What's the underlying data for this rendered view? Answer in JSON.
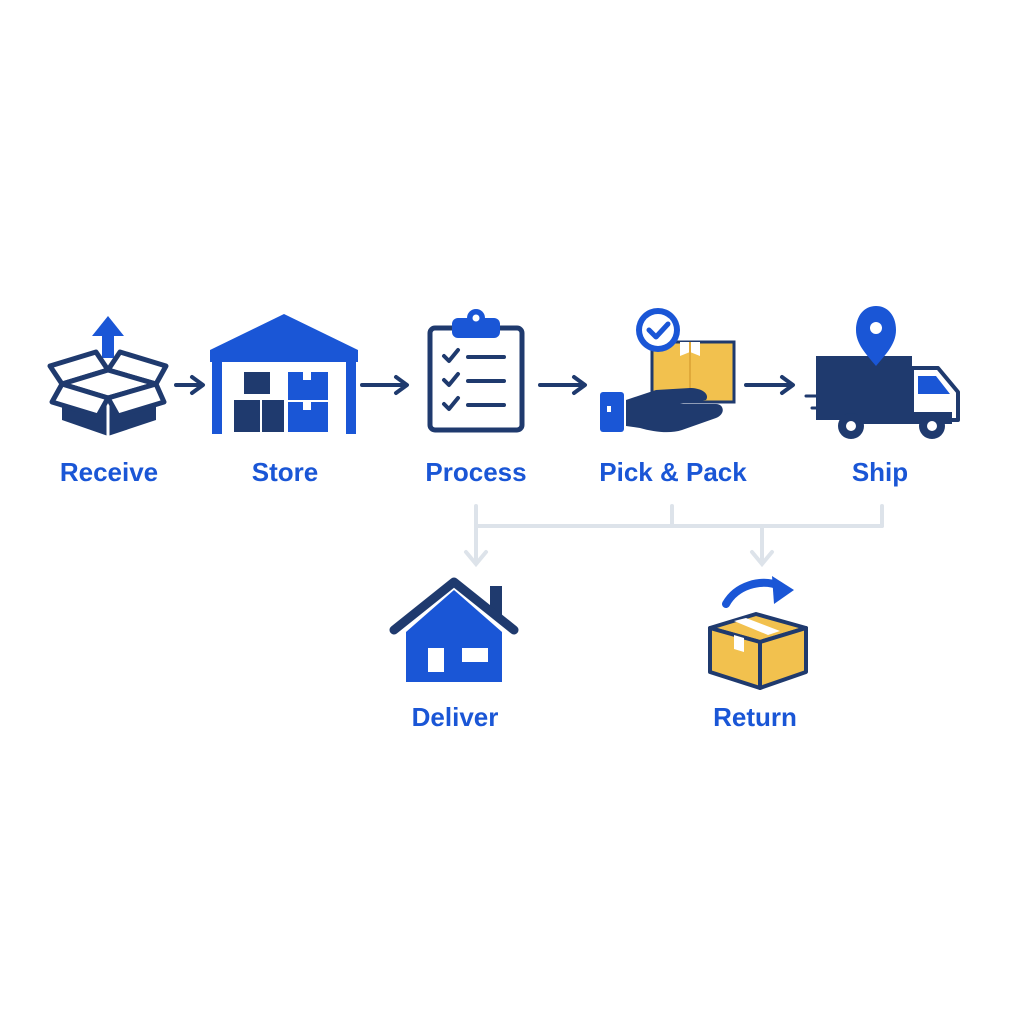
{
  "colors": {
    "navy": "#1f3a6e",
    "blue": "#1a56d6",
    "gold": "#f2c14e",
    "connector": "#dde3ea",
    "label": "#1a56d6"
  },
  "steps": [
    {
      "label": "Receive",
      "icon": "open-box-upload-icon"
    },
    {
      "label": "Store",
      "icon": "warehouse-icon"
    },
    {
      "label": "Process",
      "icon": "clipboard-checklist-icon"
    },
    {
      "label": "Pick & Pack",
      "icon": "hand-holding-box-check-icon"
    },
    {
      "label": "Ship",
      "icon": "delivery-truck-location-icon"
    }
  ],
  "outcomes": [
    {
      "label": "Deliver",
      "icon": "house-icon"
    },
    {
      "label": "Return",
      "icon": "box-return-arrow-icon"
    }
  ]
}
